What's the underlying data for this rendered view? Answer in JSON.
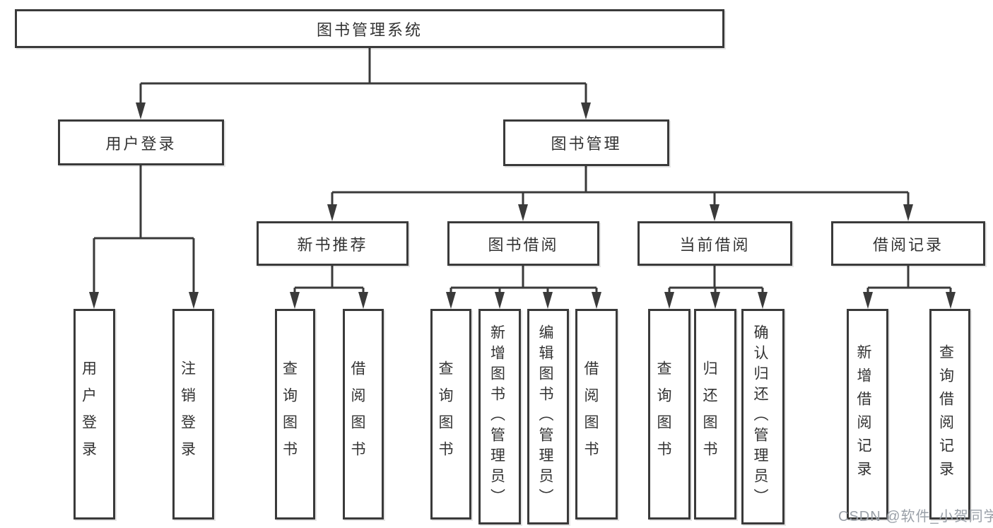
{
  "nodes": {
    "root": "图书管理系统",
    "user_login": "用户登录",
    "book_mgmt": "图书管理",
    "new_book_rec": "新书推荐",
    "book_borrow": "图书借阅",
    "current_borrow": "当前借阅",
    "borrow_records": "借阅记录",
    "leaf_user_login": "用户登录",
    "leaf_logout": "注销登录",
    "nbr_query_book": "查询图书",
    "nbr_borrow_book": "借阅图书",
    "bb_query_book": "查询图书",
    "bb_add_book": "新增图书（管理员）",
    "bb_edit_book": "编辑图书（管理员）",
    "bb_borrow_book": "借阅图书",
    "cb_query_book": "查询图书",
    "cb_return_book": "归还图书",
    "cb_confirm_return": "确认归还（管理员）",
    "br_add_record": "新增借阅记录",
    "br_query_record": "查询借阅记录"
  },
  "watermark": "CSDN @软件_小贺同学",
  "colors": {
    "line": "#3a3a3a",
    "box_border": "#3a3a3a",
    "text": "#333333",
    "watermark": "#9aa0a8",
    "background": "#ffffff"
  }
}
